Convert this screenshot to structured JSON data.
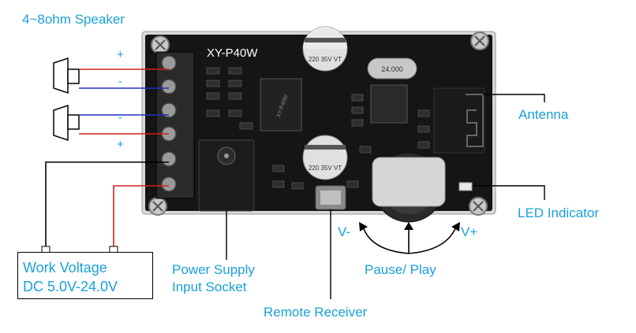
{
  "labels": {
    "speaker_spec": "4~8ohm Speaker",
    "antenna": "Antenna",
    "led_indicator": "LED Indicator",
    "power_supply_line1": "Power Supply",
    "power_supply_line2": "Input Socket",
    "remote_receiver": "Remote Receiver",
    "pause_play": "Pause/ Play",
    "vol_down": "V-",
    "vol_up": "V+"
  },
  "terminal_signs": [
    "+",
    "-",
    "-",
    "+"
  ],
  "work_voltage": {
    "line1": "Work Voltage",
    "line2": "DC 5.0V-24.0V"
  },
  "board": {
    "model": "XY-P40W",
    "chip_marking": "XY-P40W",
    "crystal_marking": "24.000",
    "cap_marking_1": "220 35V VT",
    "cap_marking_2": "220 35V VT"
  },
  "colors": {
    "label_text": "#1aa0d8",
    "pcb": "#151515",
    "wire_red": "#d42020",
    "wire_blue": "#2030c0",
    "wire_black": "#000000"
  }
}
